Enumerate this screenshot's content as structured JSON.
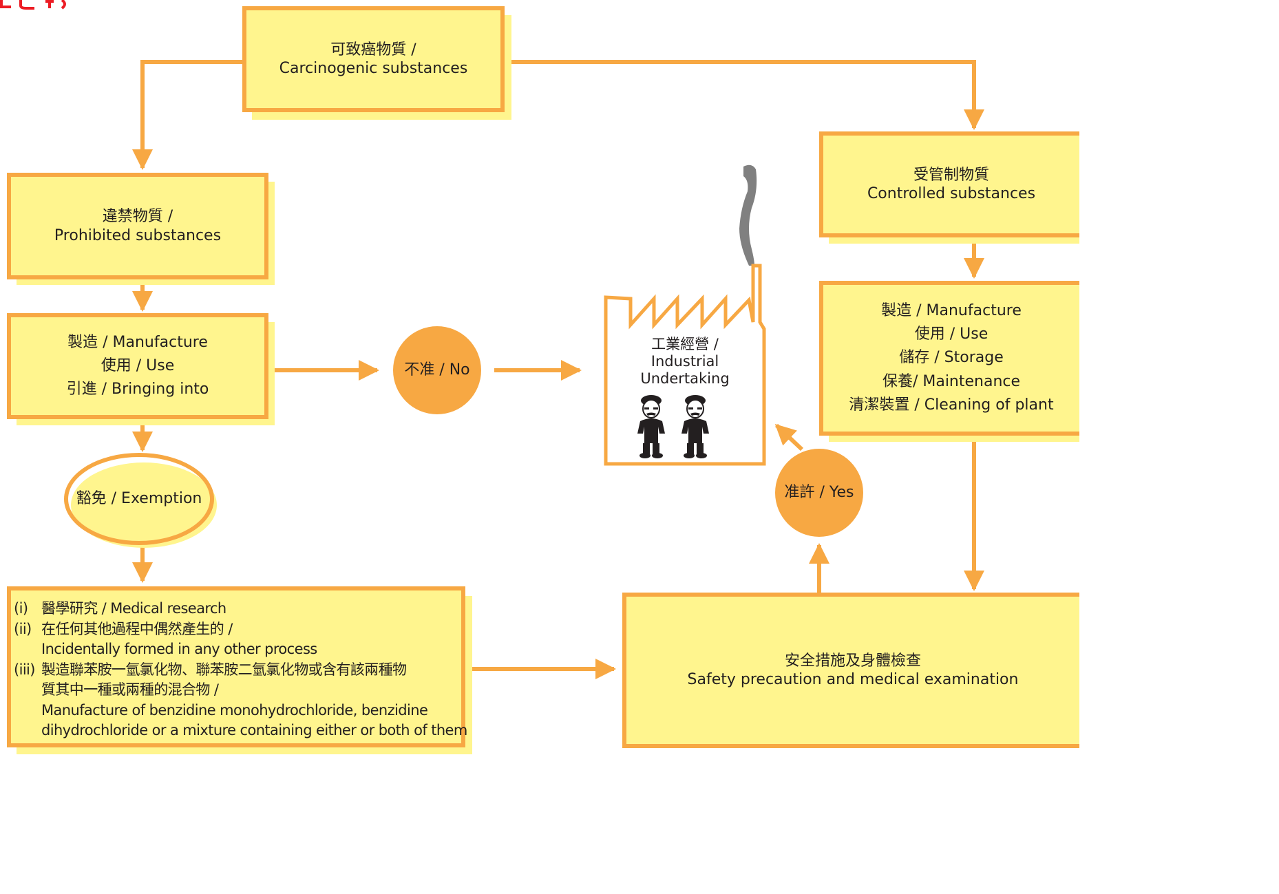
{
  "colors": {
    "orange": "#f7a843",
    "yellow": "#fff58e",
    "red": "#ec1c24",
    "smoke": "#808080"
  },
  "nodes": {
    "carcinogenic": {
      "line1": "可致癌物質 /",
      "line2": "Carcinogenic substances"
    },
    "prohibited": {
      "line1": "違禁物質 /",
      "line2": "Prohibited substances"
    },
    "prohibited_activities": [
      "製造 / Manufacture",
      "使用 / Use",
      "引進 / Bringing into"
    ],
    "controlled": {
      "line1": "受管制物質",
      "line2": "Controlled substances"
    },
    "controlled_activities": [
      "製造 / Manufacture",
      "使用 / Use",
      "儲存 / Storage",
      "保養/ Maintenance",
      "清潔裝置 / Cleaning of plant"
    ],
    "safety": {
      "line1": "安全措施及身體檢查",
      "line2": "Safety precaution and medical examination"
    },
    "no": "不准 / No",
    "yes": "准許 / Yes",
    "exemption": "豁免 / Exemption",
    "industrial": {
      "line1": "工業經營 /",
      "line2": "Industrial",
      "line3": "Undertaking"
    }
  },
  "exemptions": [
    {
      "num": "(i)",
      "lines": [
        "醫學研究 / Medical research"
      ]
    },
    {
      "num": "(ii)",
      "lines": [
        "在任何其他過程中偶然產生的 /",
        "Incidentally formed in any other process"
      ]
    },
    {
      "num": "(iii)",
      "lines": [
        "製造聯苯胺一氫氯化物、聯苯胺二氫氯化物或含有該兩種物",
        "質其中一種或兩種的混合物 /",
        "Manufacture of benzidine monohydrochloride, benzidine",
        "dihydrochloride or a mixture containing either or both of them"
      ]
    }
  ]
}
